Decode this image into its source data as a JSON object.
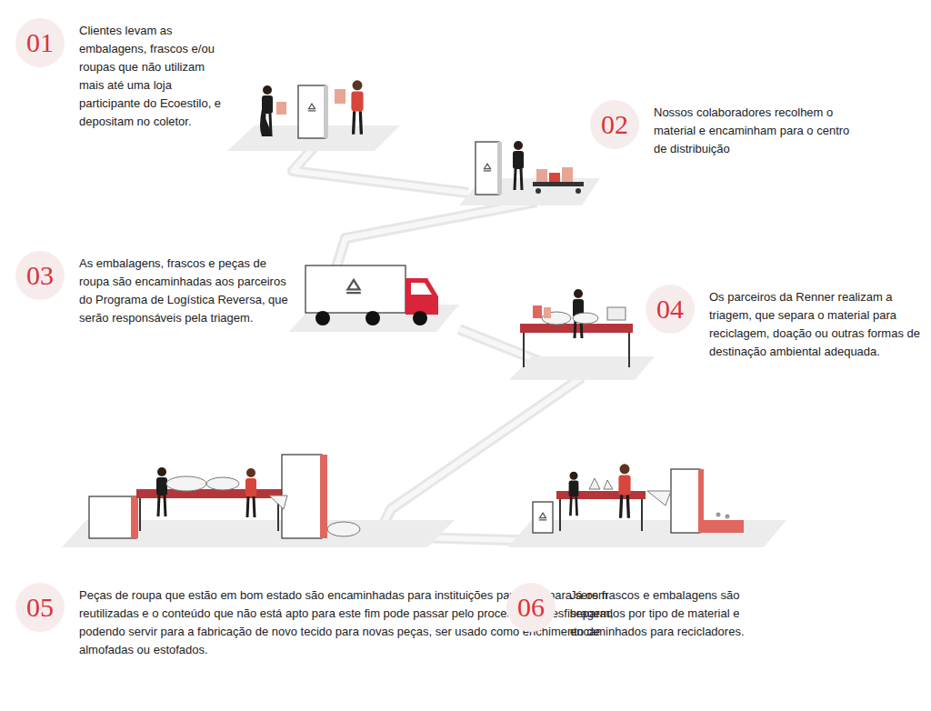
{
  "diagram": {
    "nodes": [
      {
        "text": [
          "01",
          "Clientes levam as embalagens, frascos e/ou roupas que não utilizam mais até uma loja participante do Ecoestilo, e depositam no coletor."
        ]
      },
      {
        "text": [
          "02",
          "Nossos colaboradores recolhem o material e encaminham para o centro de distribuição"
        ]
      },
      {
        "text": [
          "03",
          "As embalagens, frascos e peças de roupa são encaminhadas aos parceiros do Programa de Logística Reversa, que serão responsáveis pela triagem."
        ]
      },
      {
        "text": [
          "04",
          "Os parceiros da Renner realizam a triagem, que separa o material para reciclagem, doação ou outras formas de destinação ambiental adequada."
        ]
      },
      {
        "text": [
          "05",
          "Peças de roupa que estão em bom estado são encaminhadas para instituições parceiras para serem reutilizadas e o conteúdo que não está apto para este fim pode passar pelo processo de desfibragem, podendo servir para a fabricação de novo tecido para novas peças, ser usado como enchimento de almofadas ou estofados."
        ]
      },
      {
        "text": [
          "06",
          "Já os frascos e embalagens são separados por tipo de material e encaminhados para recicladores."
        ]
      }
    ]
  }
}
